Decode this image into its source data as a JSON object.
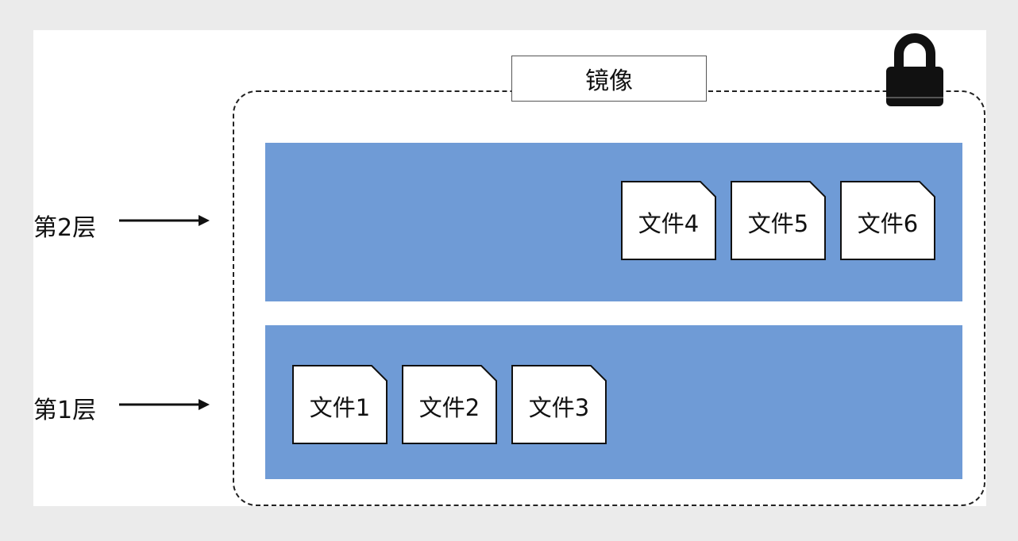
{
  "image_label": "镜像",
  "icons": {
    "lock": "lock-icon"
  },
  "layers": [
    {
      "label": "第2层",
      "files": [
        "文件4",
        "文件5",
        "文件6"
      ]
    },
    {
      "label": "第1层",
      "files": [
        "文件1",
        "文件2",
        "文件3"
      ]
    }
  ],
  "colors": {
    "layer_fill": "#6f9bd6",
    "file_fill": "#ffffff",
    "outline": "#222222"
  }
}
